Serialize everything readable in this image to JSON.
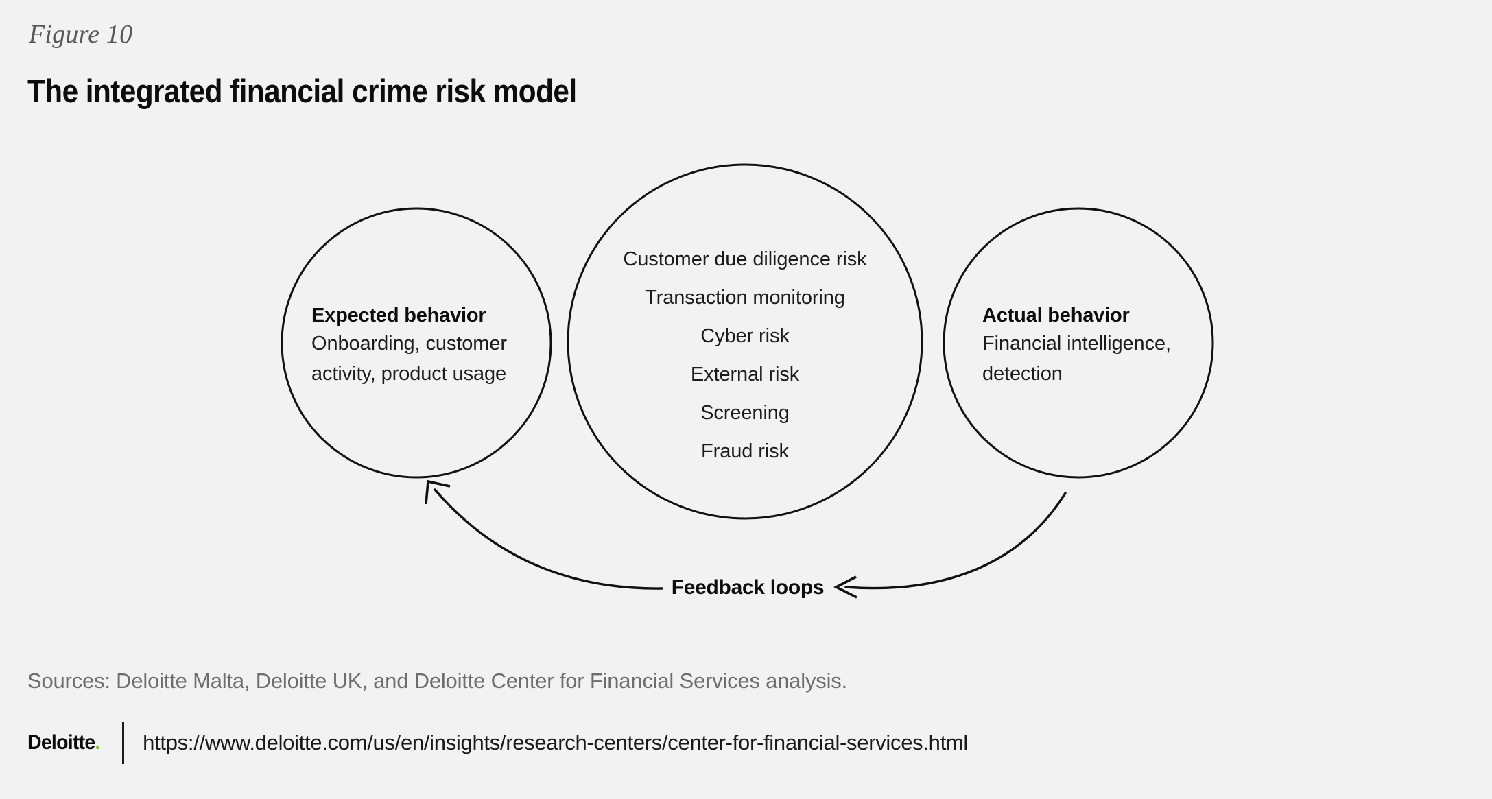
{
  "figure": {
    "label": "Figure 10",
    "title": "The integrated financial crime risk model"
  },
  "colors": {
    "background": "#f2f2f3",
    "stroke": "#111111",
    "text": "#1b1b1b",
    "muted": "#6d6d6d",
    "brand_green": "#86bc25"
  },
  "diagram": {
    "type": "venn-three-circles-with-feedback-loops",
    "left_circle": {
      "heading": "Expected behavior",
      "body_lines": [
        "Onboarding, customer",
        "activity, product usage"
      ]
    },
    "center_circle": {
      "items": [
        "Customer due diligence risk",
        "Transaction monitoring",
        "Cyber risk",
        "External risk",
        "Screening",
        "Fraud risk"
      ]
    },
    "right_circle": {
      "heading": "Actual behavior",
      "body_lines": [
        "Financial intelligence,",
        "detection"
      ]
    },
    "feedback": {
      "label": "Feedback loops",
      "arrow_left_name": "arrow-to-expected-behavior",
      "arrow_right_name": "arrow-from-actual-behavior"
    }
  },
  "footer": {
    "sources": "Sources: Deloitte Malta, Deloitte UK, and Deloitte Center for Financial Services analysis.",
    "logo_text": "Deloitte",
    "logo_dot": ".",
    "url": "https://www.deloitte.com/us/en/insights/research-centers/center-for-financial-services.html"
  }
}
